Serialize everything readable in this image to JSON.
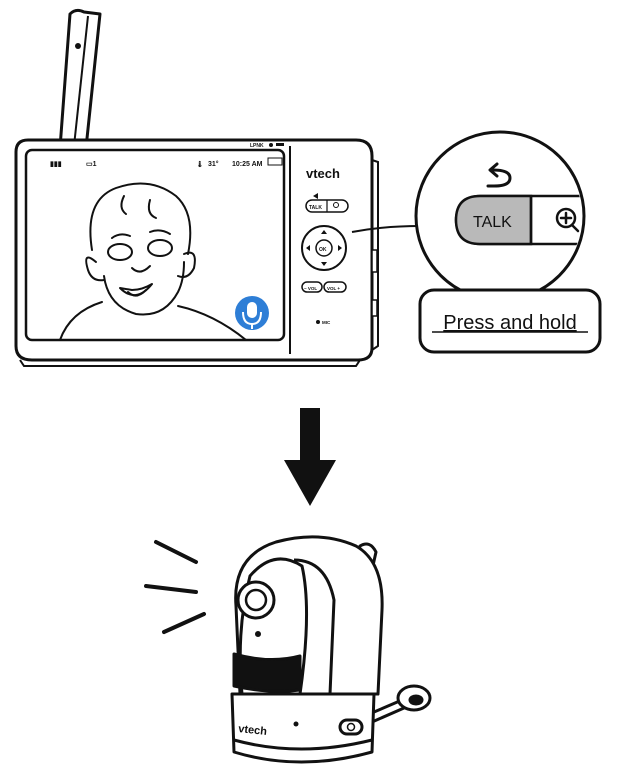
{
  "monitor": {
    "brand": "vtech",
    "lpnk_label": "LPNK",
    "clock": "10:25 AM",
    "temperature": "31°",
    "talk_button": "TALK",
    "vol_minus": "− VOL",
    "vol_plus": "VOL +",
    "mic_label": "MIC",
    "ok_label": "OK"
  },
  "callout": {
    "talk_label": "TALK",
    "instruction": "Press and hold"
  },
  "camera": {
    "brand": "vtech"
  },
  "colors": {
    "stroke": "#111111",
    "talk_fill": "#b9b9b9",
    "mic_blue": "#2e7ed6"
  },
  "icons": [
    "back-arrow-icon",
    "zoom-in-icon",
    "microphone-icon",
    "power-icon",
    "down-arrow-icon",
    "sound-wave-icon"
  ]
}
